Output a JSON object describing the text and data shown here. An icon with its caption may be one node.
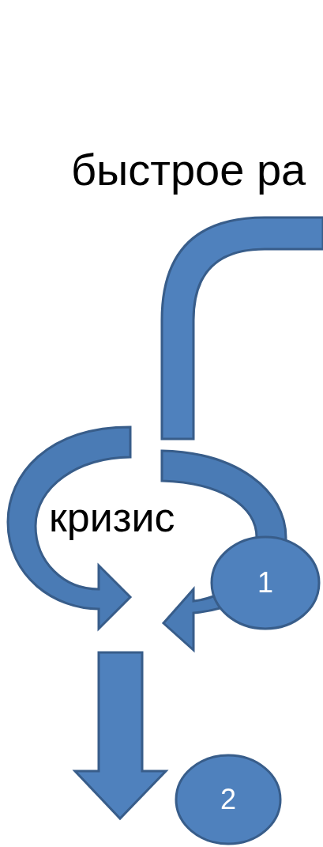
{
  "diagram": {
    "nodes": [
      {
        "text": [
          "1"
        ]
      },
      {
        "text": [
          "2"
        ]
      }
    ],
    "labels": [
      "быстрое ра",
      "кризис"
    ]
  }
}
